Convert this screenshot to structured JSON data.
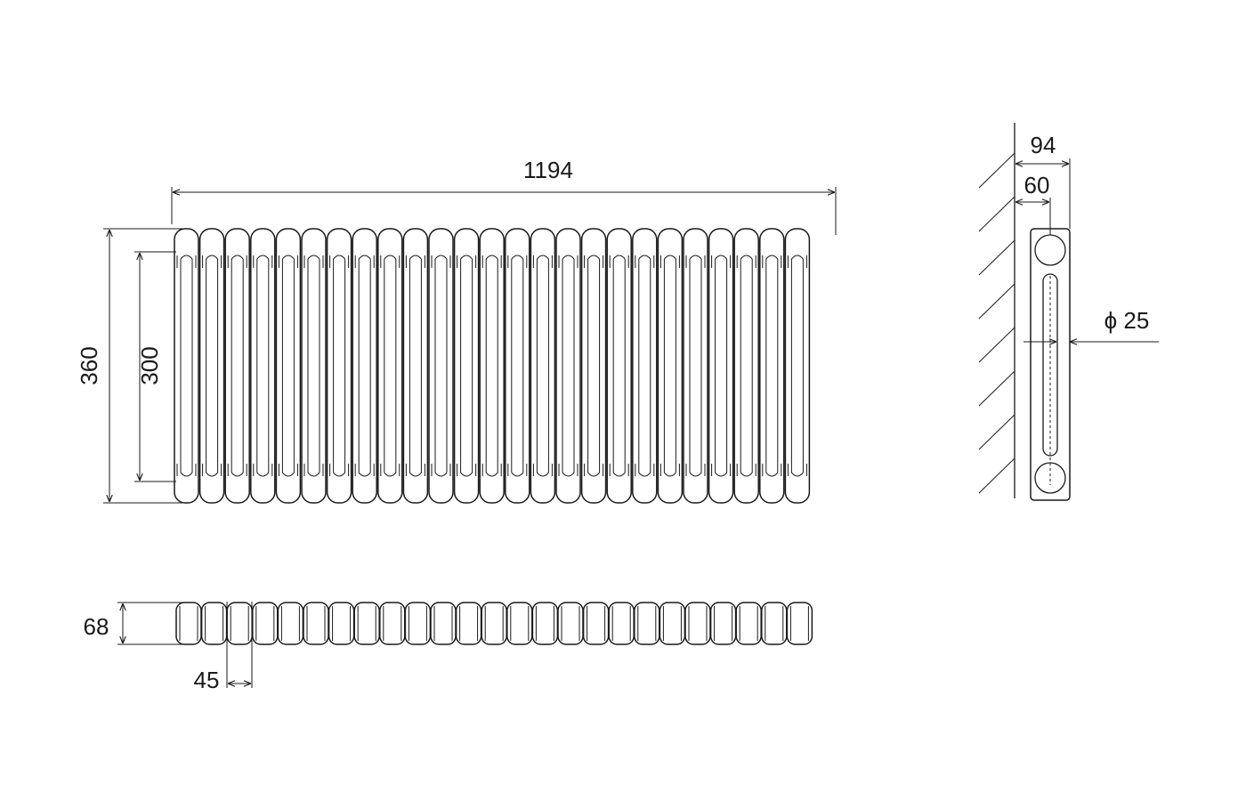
{
  "front_view": {
    "section_count": 25,
    "width_label": "1194",
    "height_label": "360",
    "pipe_centres_label": "300"
  },
  "top_view": {
    "section_count": 25,
    "depth_label": "68",
    "pitch_label": "45"
  },
  "side_view": {
    "wall_to_front_label": "94",
    "wall_to_pipe_label": "60",
    "pipe_diameter_label": "ϕ 25"
  },
  "colors": {
    "ink": "#1a1a1a",
    "paper": "#ffffff"
  }
}
